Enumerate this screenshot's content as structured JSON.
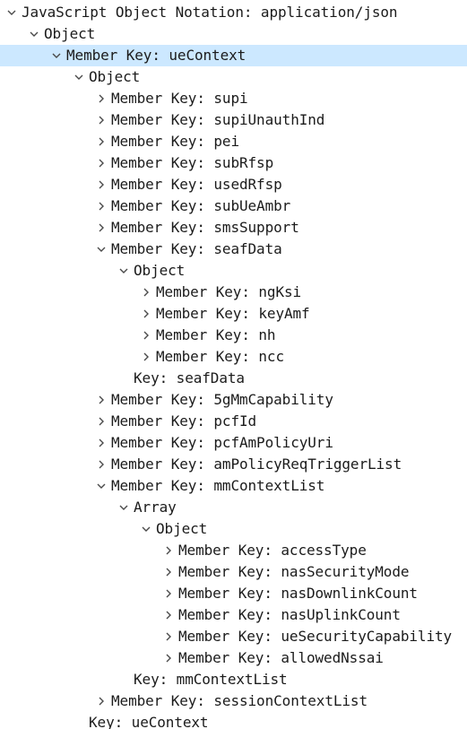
{
  "tree": {
    "rows": [
      {
        "text": "JavaScript Object Notation: application/json",
        "level": 0,
        "state": "expanded"
      },
      {
        "text": "Object",
        "level": 1,
        "state": "expanded"
      },
      {
        "text": "Member Key: ueContext",
        "level": 2,
        "state": "expanded",
        "selected": true
      },
      {
        "text": "Object",
        "level": 3,
        "state": "expanded"
      },
      {
        "text": "Member Key: supi",
        "level": 4,
        "state": "collapsed"
      },
      {
        "text": "Member Key: supiUnauthInd",
        "level": 4,
        "state": "collapsed"
      },
      {
        "text": "Member Key: pei",
        "level": 4,
        "state": "collapsed"
      },
      {
        "text": "Member Key: subRfsp",
        "level": 4,
        "state": "collapsed"
      },
      {
        "text": "Member Key: usedRfsp",
        "level": 4,
        "state": "collapsed"
      },
      {
        "text": "Member Key: subUeAmbr",
        "level": 4,
        "state": "collapsed"
      },
      {
        "text": "Member Key: smsSupport",
        "level": 4,
        "state": "collapsed"
      },
      {
        "text": "Member Key: seafData",
        "level": 4,
        "state": "expanded"
      },
      {
        "text": "Object",
        "level": 5,
        "state": "expanded"
      },
      {
        "text": "Member Key: ngKsi",
        "level": 6,
        "state": "collapsed"
      },
      {
        "text": "Member Key: keyAmf",
        "level": 6,
        "state": "collapsed"
      },
      {
        "text": "Member Key: nh",
        "level": 6,
        "state": "collapsed"
      },
      {
        "text": "Member Key: ncc",
        "level": 6,
        "state": "collapsed"
      },
      {
        "text": "Key: seafData",
        "level": 5,
        "state": "leaf"
      },
      {
        "text": "Member Key: 5gMmCapability",
        "level": 4,
        "state": "collapsed"
      },
      {
        "text": "Member Key: pcfId",
        "level": 4,
        "state": "collapsed"
      },
      {
        "text": "Member Key: pcfAmPolicyUri",
        "level": 4,
        "state": "collapsed"
      },
      {
        "text": "Member Key: amPolicyReqTriggerList",
        "level": 4,
        "state": "collapsed"
      },
      {
        "text": "Member Key: mmContextList",
        "level": 4,
        "state": "expanded"
      },
      {
        "text": "Array",
        "level": 5,
        "state": "expanded"
      },
      {
        "text": "Object",
        "level": 6,
        "state": "expanded"
      },
      {
        "text": "Member Key: accessType",
        "level": 7,
        "state": "collapsed"
      },
      {
        "text": "Member Key: nasSecurityMode",
        "level": 7,
        "state": "collapsed"
      },
      {
        "text": "Member Key: nasDownlinkCount",
        "level": 7,
        "state": "collapsed"
      },
      {
        "text": "Member Key: nasUplinkCount",
        "level": 7,
        "state": "collapsed"
      },
      {
        "text": "Member Key: ueSecurityCapability",
        "level": 7,
        "state": "collapsed"
      },
      {
        "text": "Member Key: allowedNssai",
        "level": 7,
        "state": "collapsed"
      },
      {
        "text": "Key: mmContextList",
        "level": 5,
        "state": "leaf"
      },
      {
        "text": "Member Key: sessionContextList",
        "level": 4,
        "state": "collapsed"
      },
      {
        "text": "Key: ueContext",
        "level": 3,
        "state": "leaf"
      }
    ]
  },
  "colors": {
    "selection": "#cce8ff",
    "text": "#1b1b1b",
    "arrow": "#4a4a4a"
  },
  "icons": {
    "expanded": "chevron-down-icon",
    "collapsed": "chevron-right-icon"
  }
}
